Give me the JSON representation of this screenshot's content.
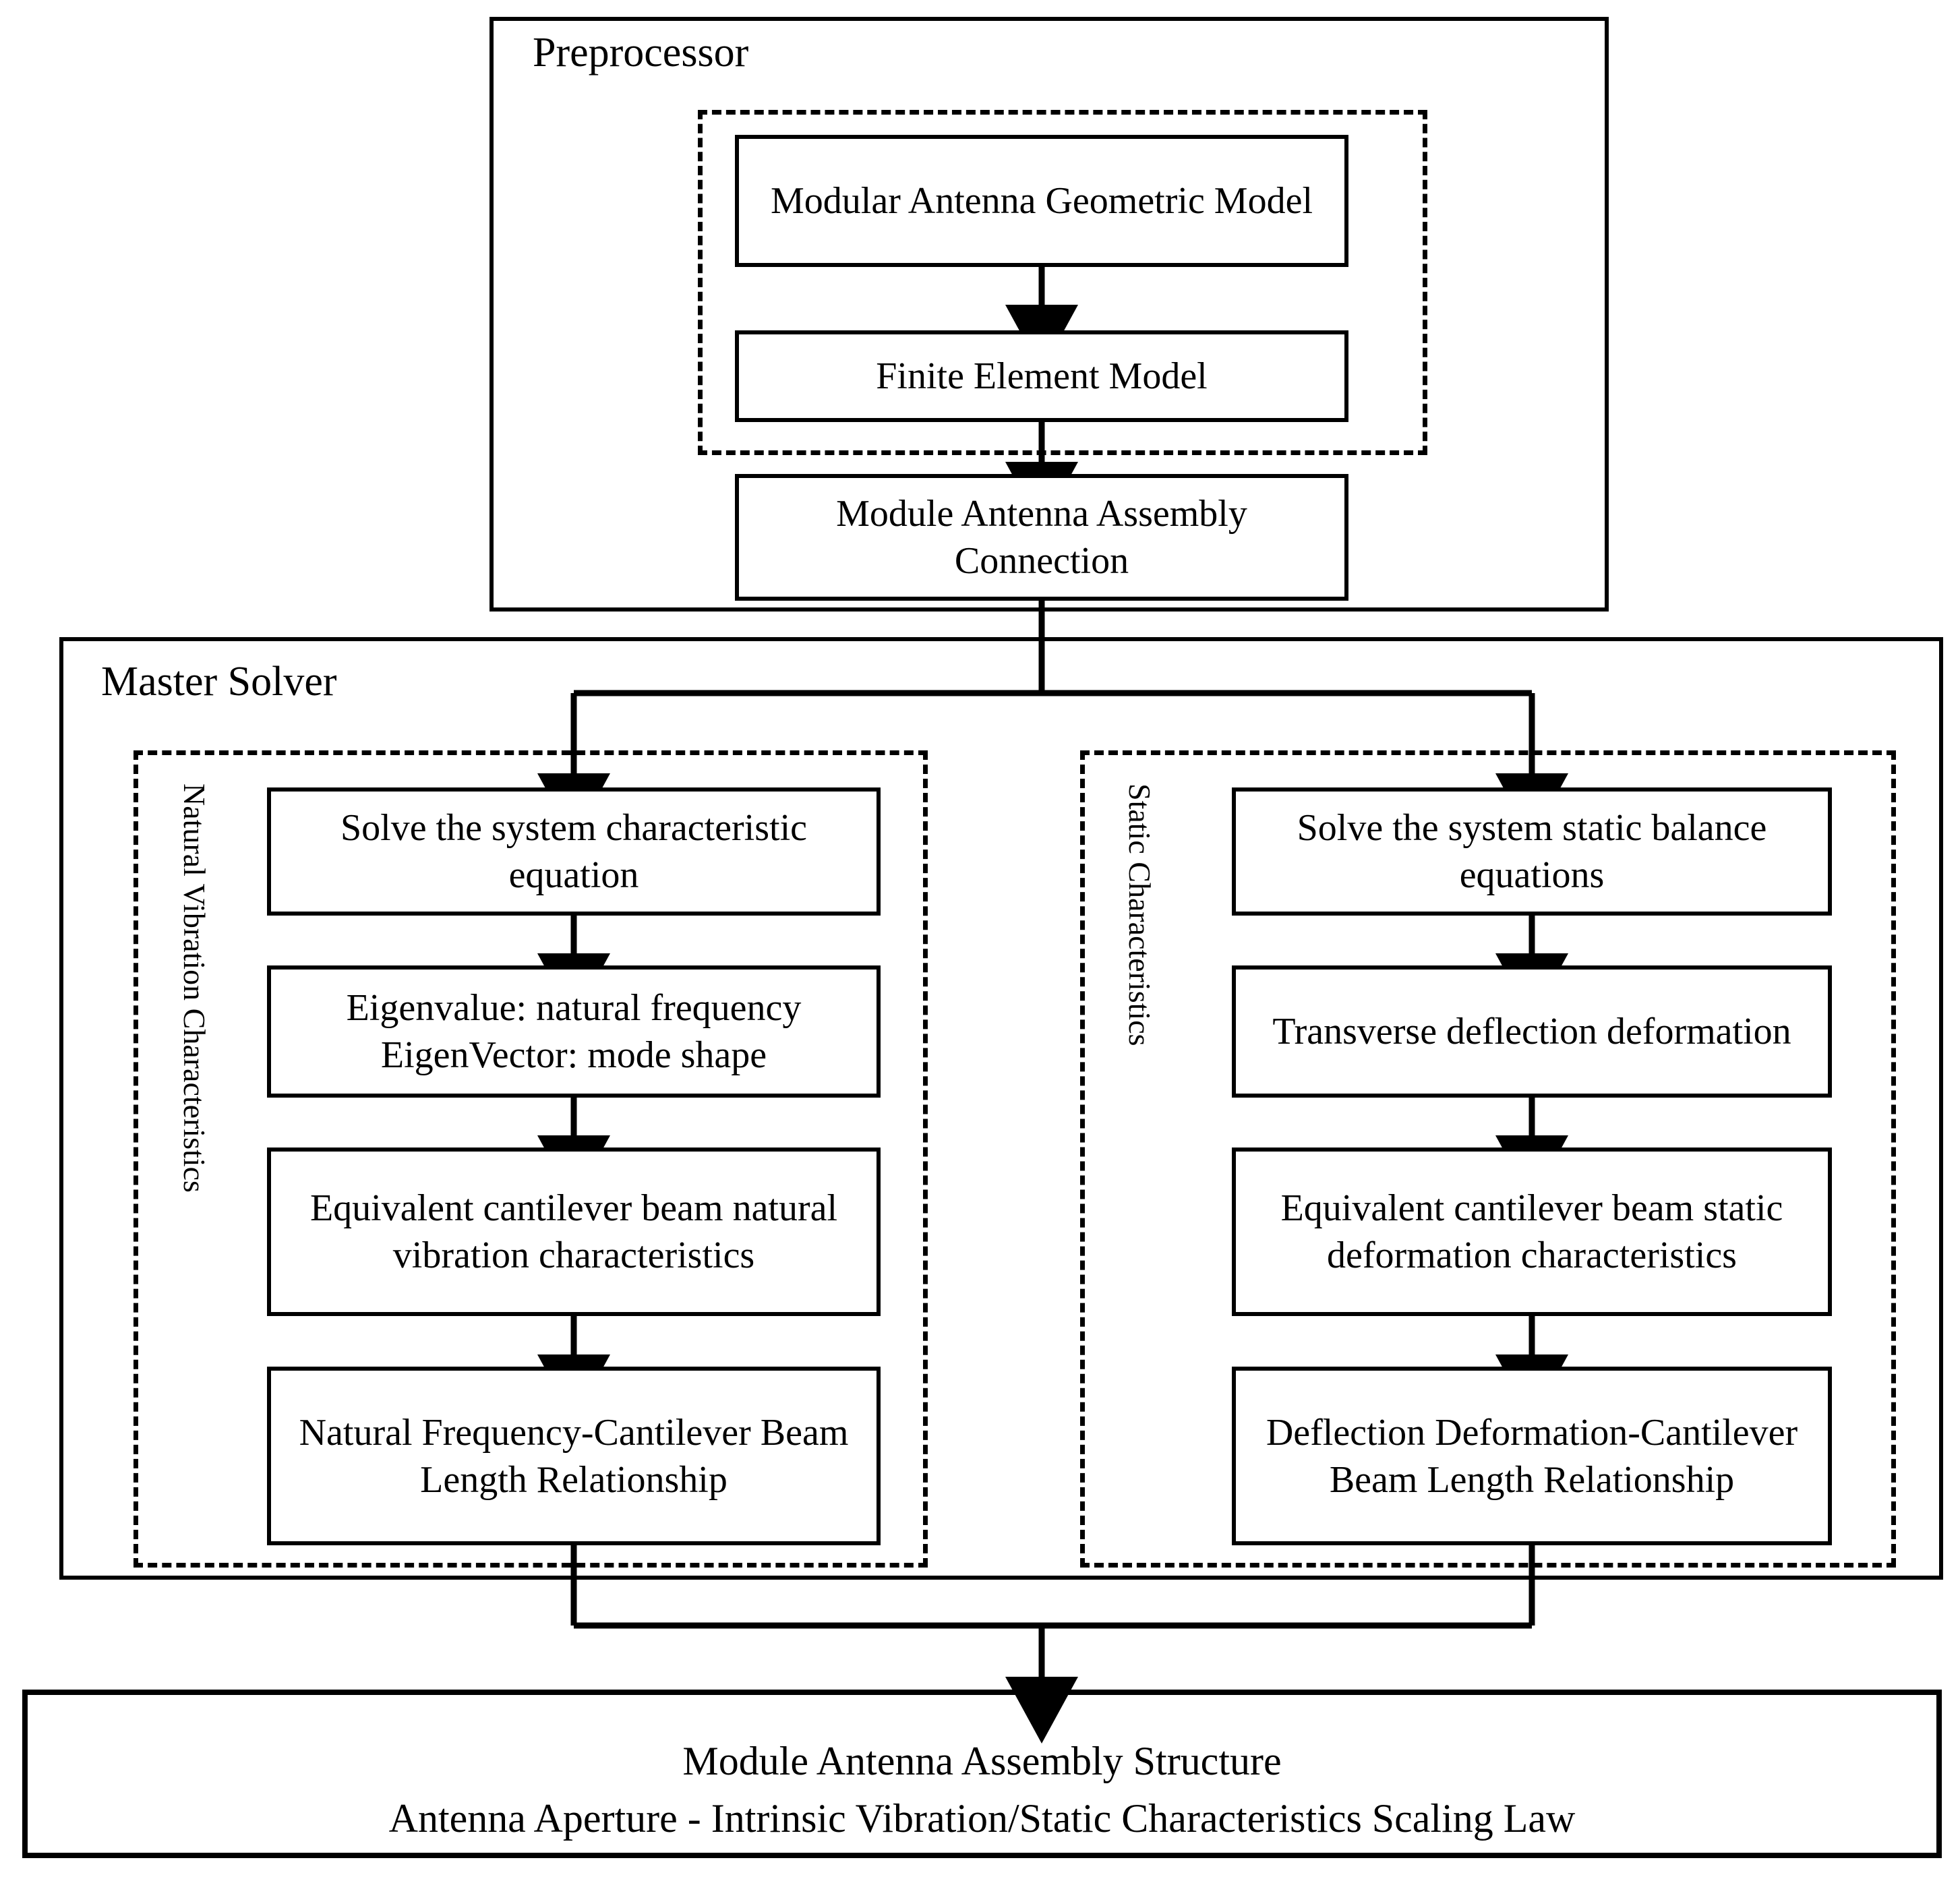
{
  "diagram": {
    "title": "Modular antenna analysis flowchart",
    "stroke_color": "#000000",
    "background_color": "#ffffff"
  },
  "preprocessor": {
    "section_label": "Preprocessor",
    "dashed_group_label": "",
    "nodes": [
      {
        "id": "geom",
        "label": "Modular Antenna Geometric Model"
      },
      {
        "id": "fem",
        "label": "Finite Element Model"
      },
      {
        "id": "assembly",
        "label": "Module Antenna Assembly Connection"
      }
    ]
  },
  "master_solver": {
    "section_label": "Master Solver",
    "left_branch": {
      "vertical_label": "Natural Vibration Characteristics",
      "nodes": [
        {
          "id": "l1",
          "label": "Solve the system characteristic equation"
        },
        {
          "id": "l2",
          "label": "Eigenvalue: natural frequency\nEigenVector: mode shape"
        },
        {
          "id": "l3",
          "label": "Equivalent cantilever beam natural vibration characteristics"
        },
        {
          "id": "l4",
          "label": "Natural Frequency-Cantilever Beam Length Relationship"
        }
      ]
    },
    "right_branch": {
      "vertical_label": "Static Characteristics",
      "nodes": [
        {
          "id": "r1",
          "label": "Solve the system static balance equations"
        },
        {
          "id": "r2",
          "label": "Transverse deflection deformation"
        },
        {
          "id": "r3",
          "label": "Equivalent cantilever beam static deformation characteristics"
        },
        {
          "id": "r4",
          "label": "Deflection Deformation-Cantilever Beam Length Relationship"
        }
      ]
    }
  },
  "result": {
    "line1": "Module Antenna Assembly Structure",
    "line2": "Antenna Aperture - Intrinsic Vibration/Static Characteristics Scaling Law"
  }
}
